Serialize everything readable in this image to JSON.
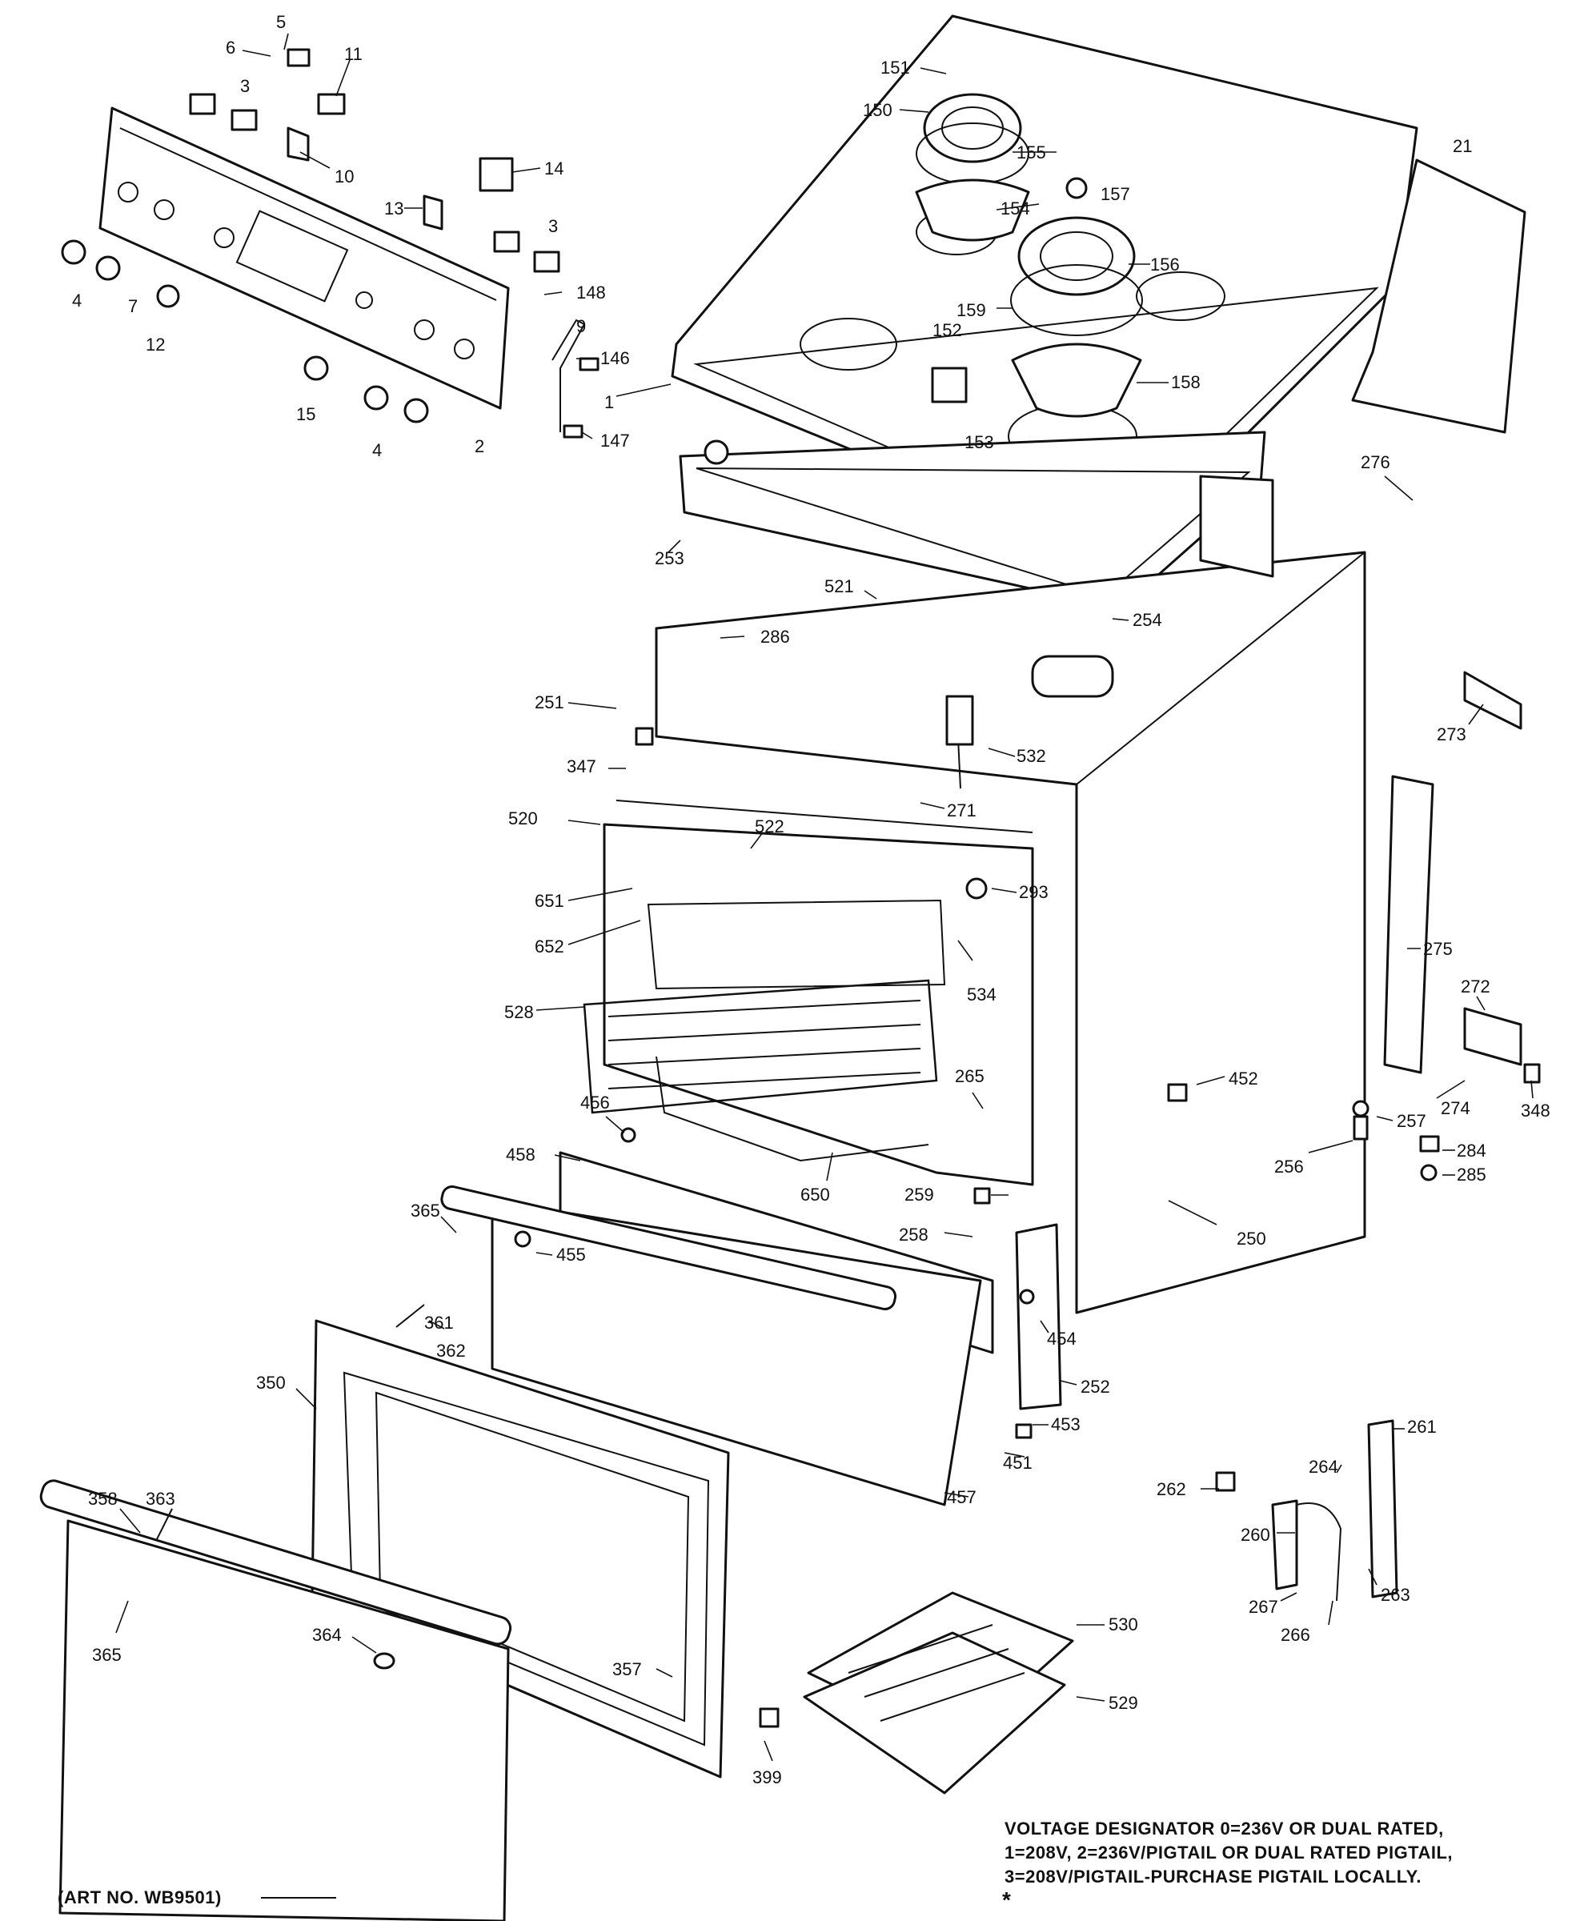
{
  "note": {
    "line1": "VOLTAGE DESIGNATOR 0=236V OR DUAL RATED,",
    "line2": "1=208V, 2=236V/PIGTAIL OR DUAL RATED PIGTAIL,",
    "line3": "3=208V/PIGTAIL-PURCHASE PIGTAIL LOCALLY.",
    "symbol": "*"
  },
  "art_no": "(ART NO. WB9501)",
  "callouts": [
    "5",
    "6",
    "3",
    "11",
    "10",
    "14",
    "13",
    "3",
    "4",
    "7",
    "12",
    "148",
    "9",
    "146",
    "15",
    "4",
    "2",
    "147",
    "1",
    "21",
    "151",
    "150",
    "155",
    "154",
    "157",
    "156",
    "159",
    "152",
    "158",
    "153",
    "276",
    "253",
    "521",
    "286",
    "254",
    "273",
    "251",
    "347",
    "532",
    "271",
    "520",
    "522",
    "293",
    "651",
    "652",
    "534",
    "275",
    "272",
    "528",
    "265",
    "274",
    "348",
    "452",
    "257",
    "284",
    "256",
    "285",
    "456",
    "458",
    "650",
    "259",
    "258",
    "250",
    "365",
    "455",
    "454",
    "361",
    "362",
    "252",
    "350",
    "453",
    "451",
    "457",
    "261",
    "262",
    "264",
    "260",
    "263",
    "358",
    "363",
    "267",
    "266",
    "364",
    "357",
    "530",
    "365",
    "529",
    "399"
  ],
  "colors": {
    "ink": "#111111",
    "paper": "#ffffff"
  }
}
